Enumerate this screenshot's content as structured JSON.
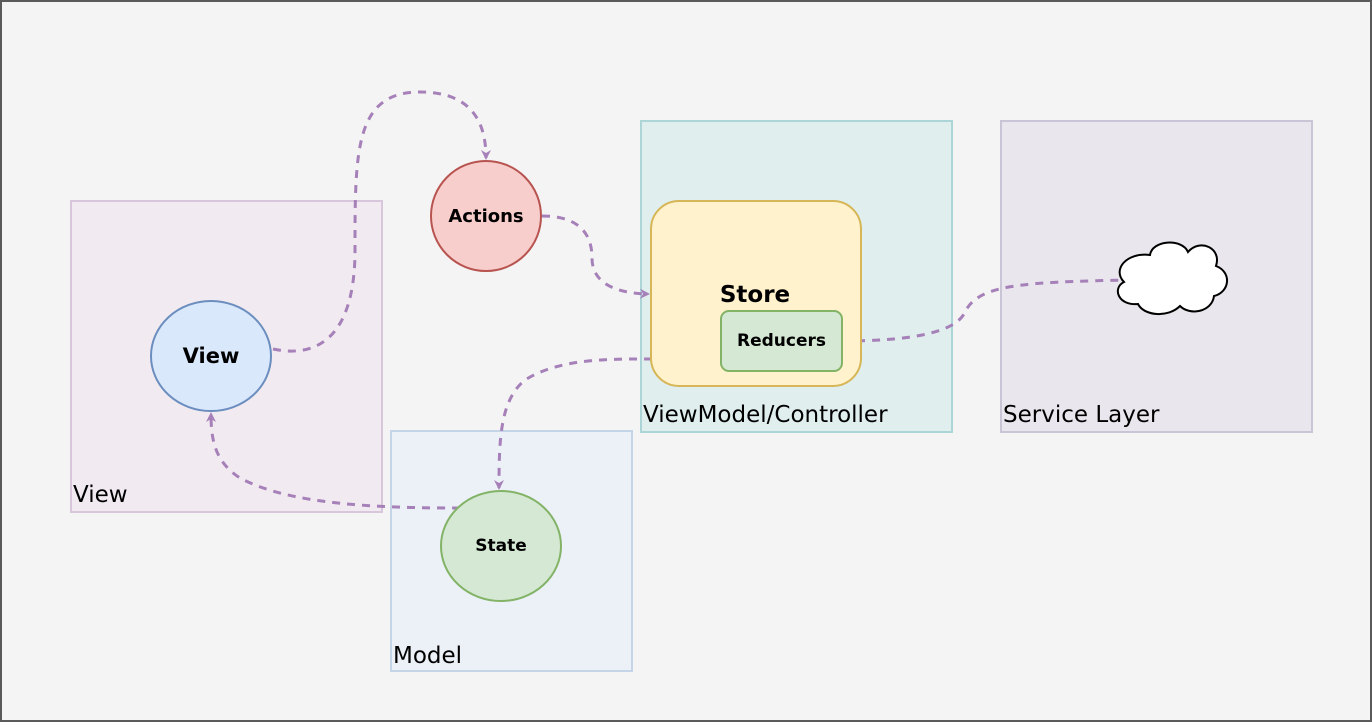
{
  "regions": {
    "view": {
      "label": "View",
      "fill": "#f1ebf1",
      "stroke": "#d8c7da"
    },
    "model": {
      "label": "Model",
      "fill": "#ecf0f7",
      "stroke": "#c5d4e6"
    },
    "viewmodel": {
      "label": "ViewModel/Controller",
      "fill": "#e0eeee",
      "stroke": "#abd5d6"
    },
    "service": {
      "label": "Service Layer",
      "fill": "#e9e7ed",
      "stroke": "#c9c4d6"
    }
  },
  "nodes": {
    "view": {
      "label": "View",
      "fill": "#dae8fc",
      "stroke": "#6c8ebf"
    },
    "actions": {
      "label": "Actions",
      "fill": "#f8cecc",
      "stroke": "#b85450"
    },
    "store": {
      "label": "Store",
      "fill": "#fff2cc",
      "stroke": "#d6b656"
    },
    "reducers": {
      "label": "Reducers",
      "fill": "#d5e8d4",
      "stroke": "#82b366"
    },
    "state": {
      "label": "State",
      "fill": "#d5e8d4",
      "stroke": "#82b366"
    }
  },
  "connector_color": "#a680b8",
  "icons": {
    "service": "cloud-icon"
  }
}
